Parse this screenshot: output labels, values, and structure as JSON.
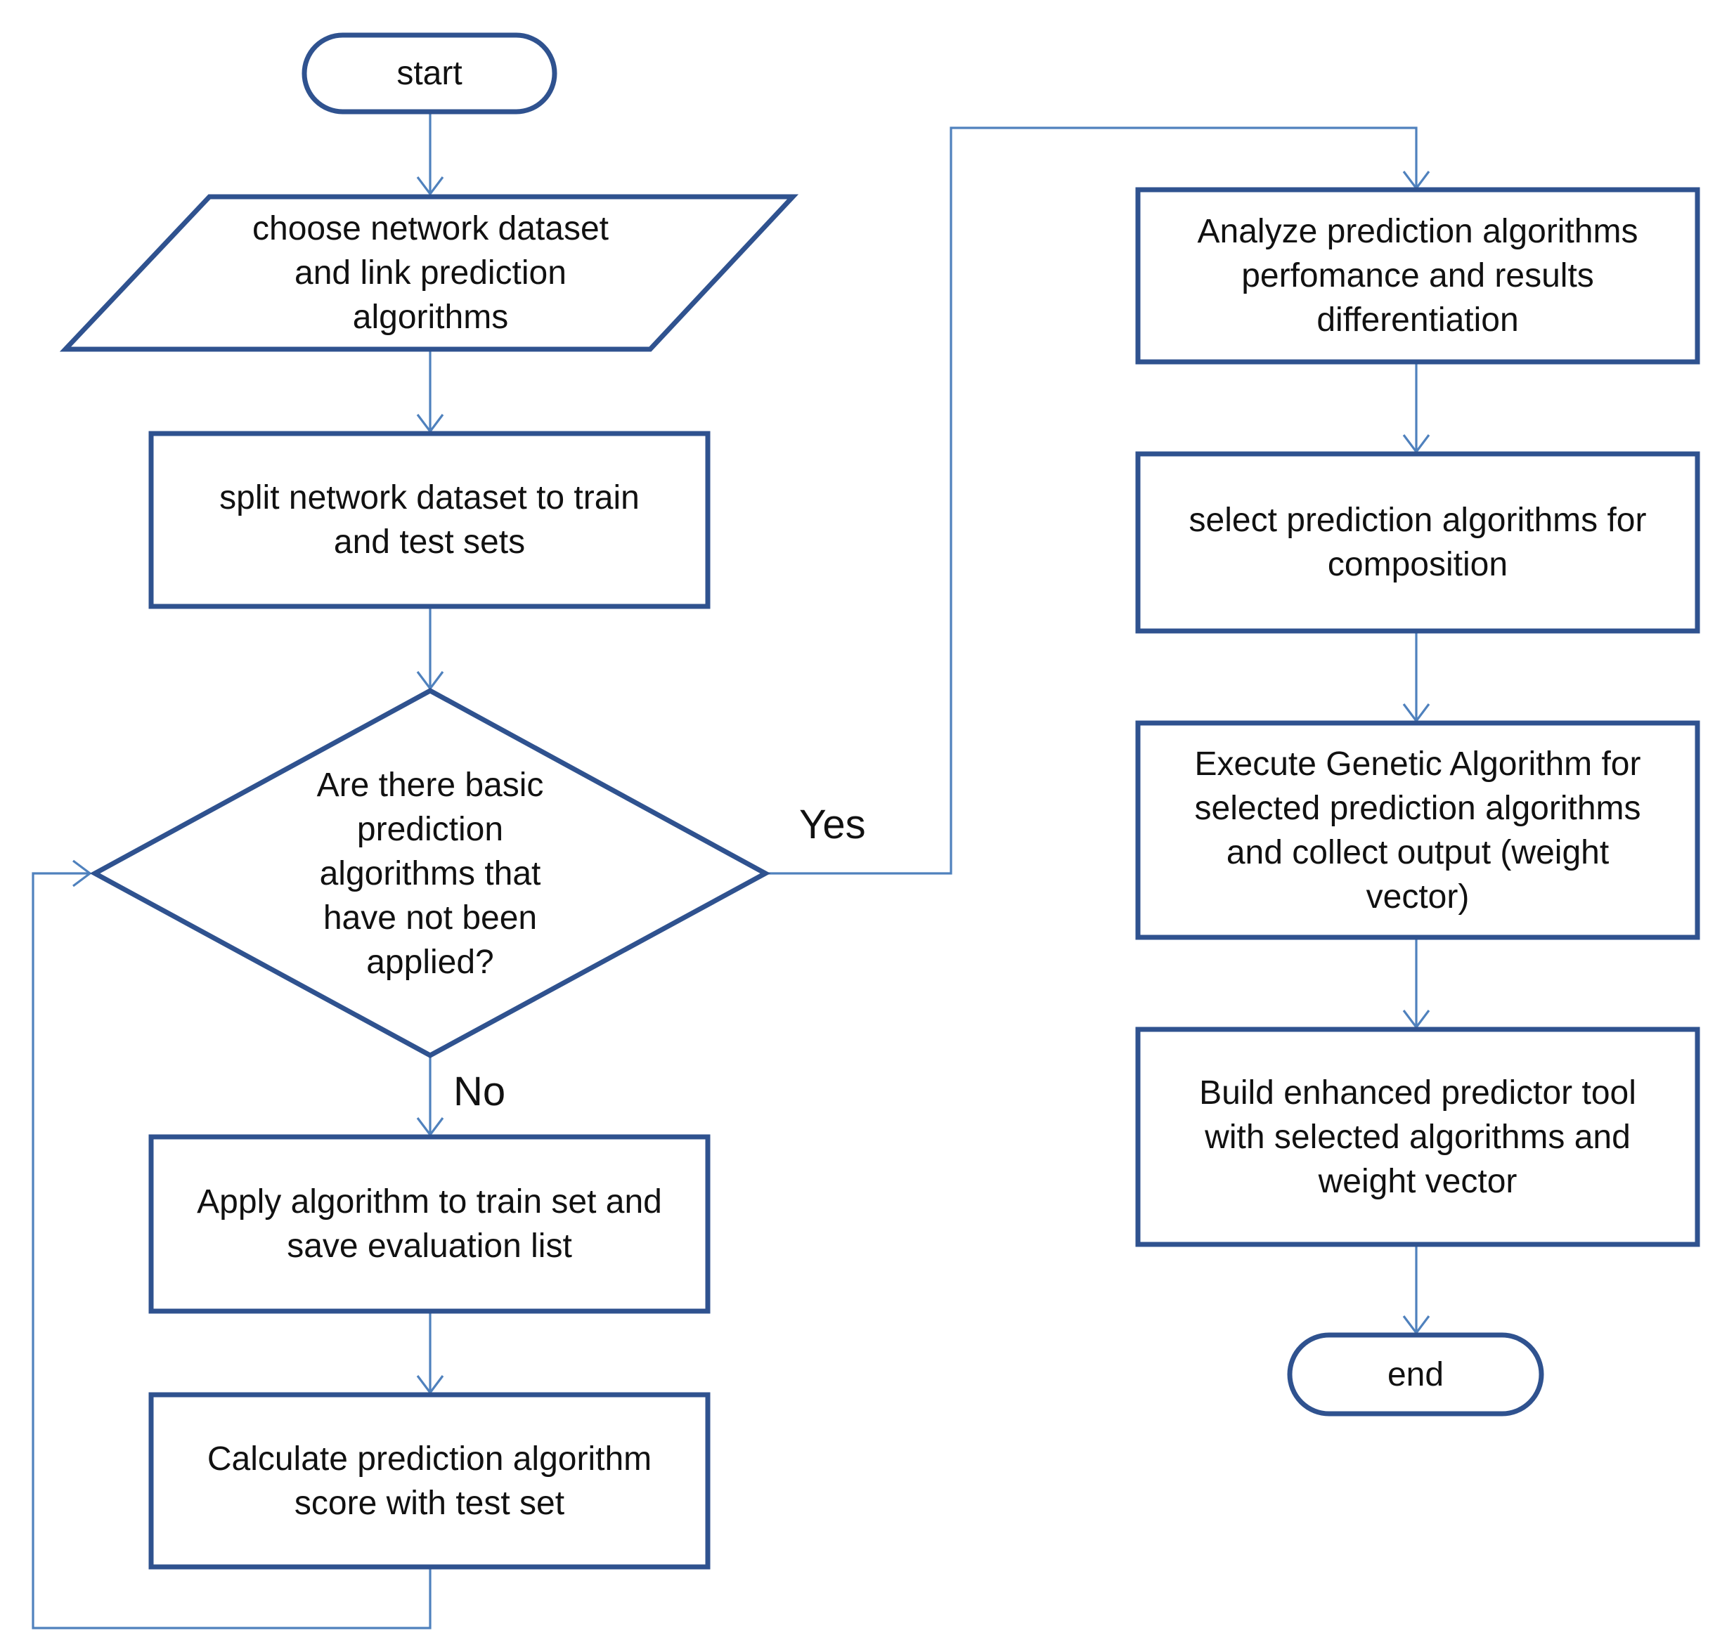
{
  "colors": {
    "shape_stroke": "#2f528f",
    "connector": "#4f81bd",
    "text": "#111111",
    "background": "#ffffff"
  },
  "nodes": {
    "start": {
      "shape": "terminator",
      "text": "start"
    },
    "choose": {
      "shape": "parallelogram",
      "text": "choose network dataset\nand link prediction\nalgorithms"
    },
    "split": {
      "shape": "process",
      "text": "split network dataset to train\nand test sets"
    },
    "decision": {
      "shape": "decision",
      "text": "Are there basic\nprediction\nalgorithms that\nhave not been\napplied?"
    },
    "apply": {
      "shape": "process",
      "text": "Apply algorithm to train set and\nsave evaluation list"
    },
    "calculate": {
      "shape": "process",
      "text": "Calculate prediction algorithm\nscore with test set"
    },
    "analyze": {
      "shape": "process",
      "text": "Analyze prediction algorithms\nperfomance and results\ndifferentiation"
    },
    "select": {
      "shape": "process",
      "text": "select prediction algorithms for\ncomposition"
    },
    "execute": {
      "shape": "process",
      "text": "Execute Genetic Algorithm for\nselected prediction algorithms\nand collect output (weight\nvector)"
    },
    "build": {
      "shape": "process",
      "text": "Build enhanced predictor tool\nwith selected algorithms and\nweight vector"
    },
    "end": {
      "shape": "terminator",
      "text": "end"
    }
  },
  "edges": [
    {
      "from": "start",
      "to": "choose",
      "label": ""
    },
    {
      "from": "choose",
      "to": "split",
      "label": ""
    },
    {
      "from": "split",
      "to": "decision",
      "label": ""
    },
    {
      "from": "decision",
      "to": "apply",
      "label": "No"
    },
    {
      "from": "apply",
      "to": "calculate",
      "label": ""
    },
    {
      "from": "calculate",
      "to": "decision",
      "label": ""
    },
    {
      "from": "decision",
      "to": "analyze",
      "label": "Yes"
    },
    {
      "from": "analyze",
      "to": "select",
      "label": ""
    },
    {
      "from": "select",
      "to": "execute",
      "label": ""
    },
    {
      "from": "execute",
      "to": "build",
      "label": ""
    },
    {
      "from": "build",
      "to": "end",
      "label": ""
    }
  ],
  "labels": {
    "yes": "Yes",
    "no": "No"
  }
}
